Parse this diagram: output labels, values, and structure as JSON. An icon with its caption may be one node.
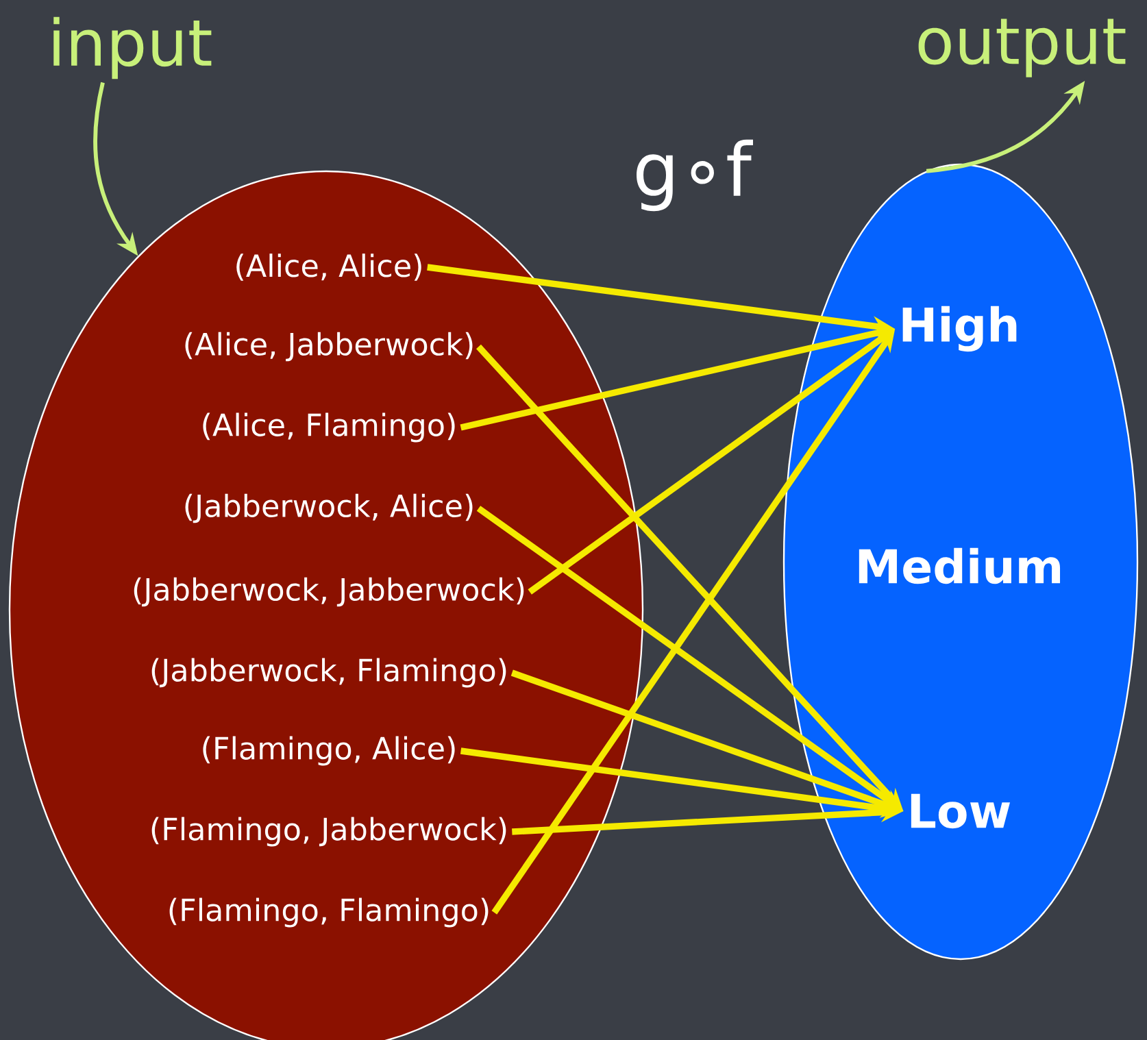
{
  "diagram": {
    "title": "g∘f",
    "nodes": [
      {
        "text": [
          "input"
        ]
      },
      {
        "text": [],
        "shape": "ellipse"
      },
      {
        "text": [
          "(Alice, Alice)"
        ],
        "in": 1
      },
      {
        "text": [
          "(Alice, Jabberwock)"
        ],
        "in": 1
      },
      {
        "text": [
          "(Alice, Flamingo)"
        ],
        "in": 1
      },
      {
        "text": [
          "(Jabberwock, Alice)"
        ],
        "in": 1
      },
      {
        "text": [
          "(Jabberwock, Jabberwock)"
        ],
        "in": 1
      },
      {
        "text": [
          "(Jabberwock, Flamingo)"
        ],
        "in": 1
      },
      {
        "text": [
          "(Flamingo, Alice)"
        ],
        "in": 1
      },
      {
        "text": [
          "(Flamingo, Jabberwock)"
        ],
        "in": 1
      },
      {
        "text": [
          "(Flamingo, Flamingo)"
        ],
        "in": 1
      },
      {
        "text": [],
        "shape": "ellipse"
      },
      {
        "text": [
          "High"
        ],
        "in": 11
      },
      {
        "text": [
          "Medium"
        ],
        "in": 11
      },
      {
        "text": [
          "Low"
        ],
        "in": 11
      },
      {
        "text": [
          "output"
        ]
      }
    ],
    "edges": [
      {
        "from": 0,
        "to": 1,
        "arrow": "to",
        "color": "#c8f07a"
      },
      {
        "from": 2,
        "to": 12,
        "arrow": "to"
      },
      {
        "from": 3,
        "to": 14,
        "arrow": "to"
      },
      {
        "from": 4,
        "to": 12,
        "arrow": "to"
      },
      {
        "from": 5,
        "to": 14,
        "arrow": "to"
      },
      {
        "from": 6,
        "to": 12,
        "arrow": "to"
      },
      {
        "from": 7,
        "to": 14,
        "arrow": "to"
      },
      {
        "from": 8,
        "to": 14,
        "arrow": "to"
      },
      {
        "from": 9,
        "to": 14,
        "arrow": "to"
      },
      {
        "from": 10,
        "to": 12,
        "arrow": "to"
      },
      {
        "from": 11,
        "to": 15,
        "arrow": "to",
        "color": "#c8f07a"
      }
    ]
  }
}
